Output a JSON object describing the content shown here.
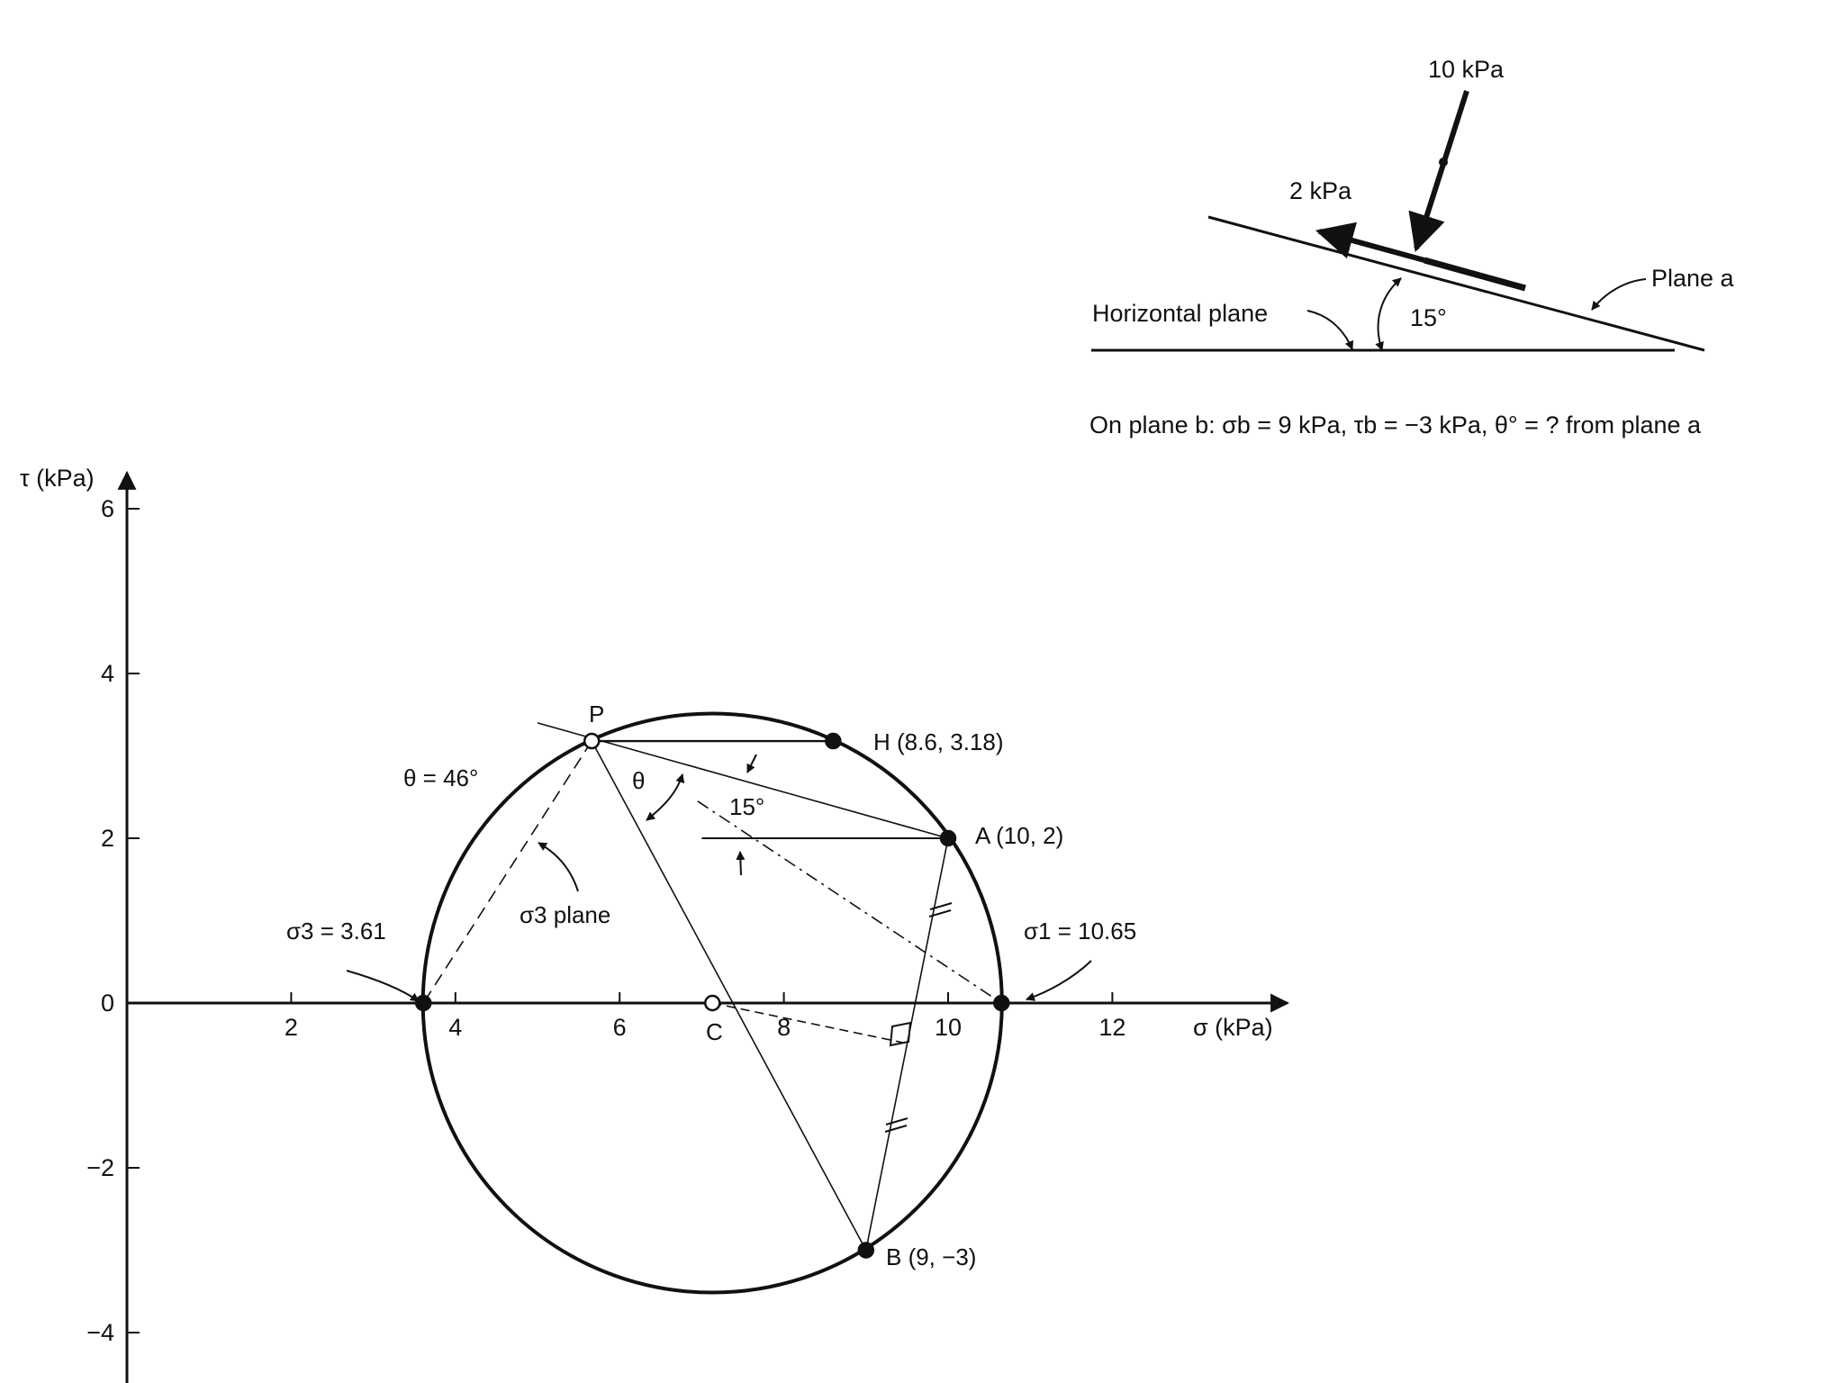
{
  "inset": {
    "force_normal": "10 kPa",
    "force_shear": "2 kPa",
    "plane_a": "Plane a",
    "horizontal_plane": "Horizontal plane",
    "angle": "15°",
    "caption": "On plane b:  σb = 9 kPa, τb = −3 kPa, θ° = ? from plane a"
  },
  "mohr": {
    "y_axis_label": "τ (kPa)",
    "x_axis_label": "σ (kPa)",
    "x_ticks": [
      "2",
      "4",
      "6",
      "8",
      "10",
      "12"
    ],
    "y_ticks": [
      "6",
      "4",
      "2",
      "0",
      "−2",
      "−4"
    ],
    "labels": {
      "P": "P",
      "H": "H (8.6, 3.18)",
      "A": "A (10, 2)",
      "B": "B (9, −3)",
      "C": "C",
      "sigma3": "σ3 = 3.61",
      "sigma1": "σ1 = 10.65",
      "theta_value": "θ = 46°",
      "theta": "θ",
      "angle15": "15°",
      "sigma3_plane": "σ3 plane"
    },
    "points": {
      "A": [
        10,
        2
      ],
      "B": [
        9,
        -3
      ],
      "C": [
        7.13,
        0
      ],
      "H": [
        8.6,
        3.18
      ],
      "P": [
        5.66,
        3.18
      ],
      "sigma3": [
        3.61,
        0
      ],
      "sigma1": [
        10.65,
        0
      ]
    },
    "circle": {
      "center": 7.13,
      "radius": 3.52
    },
    "colors": {
      "ink": "#111111"
    }
  }
}
